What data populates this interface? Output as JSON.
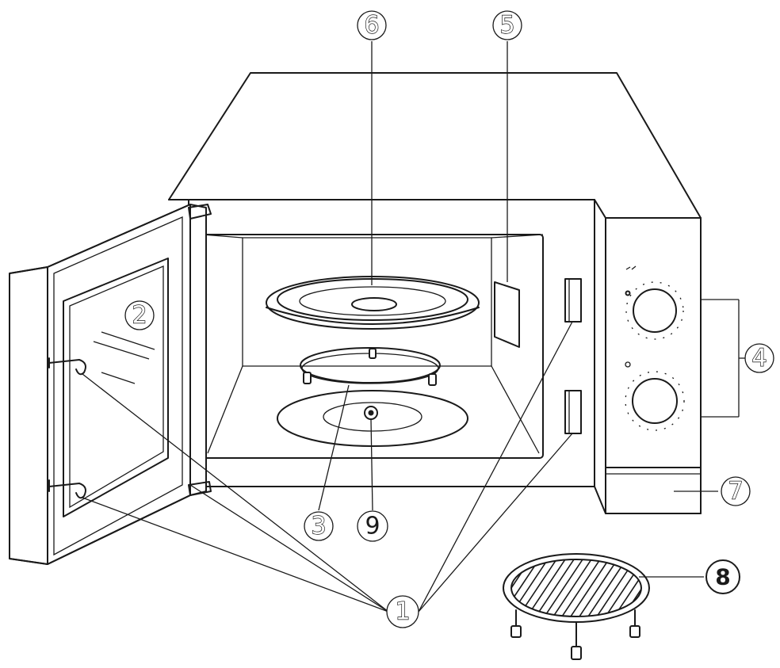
{
  "callouts": [
    {
      "id": "1",
      "label": "1",
      "style": "hollow"
    },
    {
      "id": "2",
      "label": "2",
      "style": "hollow"
    },
    {
      "id": "3",
      "label": "3",
      "style": "hollow"
    },
    {
      "id": "4",
      "label": "4",
      "style": "hollow"
    },
    {
      "id": "5",
      "label": "5",
      "style": "hollow"
    },
    {
      "id": "6",
      "label": "6",
      "style": "hollow"
    },
    {
      "id": "7",
      "label": "7",
      "style": "hollow"
    },
    {
      "id": "8",
      "label": "8",
      "style": "bold"
    },
    {
      "id": "9",
      "label": "9",
      "style": "plain"
    }
  ],
  "colors": {
    "line": "#1a1a1a",
    "background": "#ffffff"
  }
}
